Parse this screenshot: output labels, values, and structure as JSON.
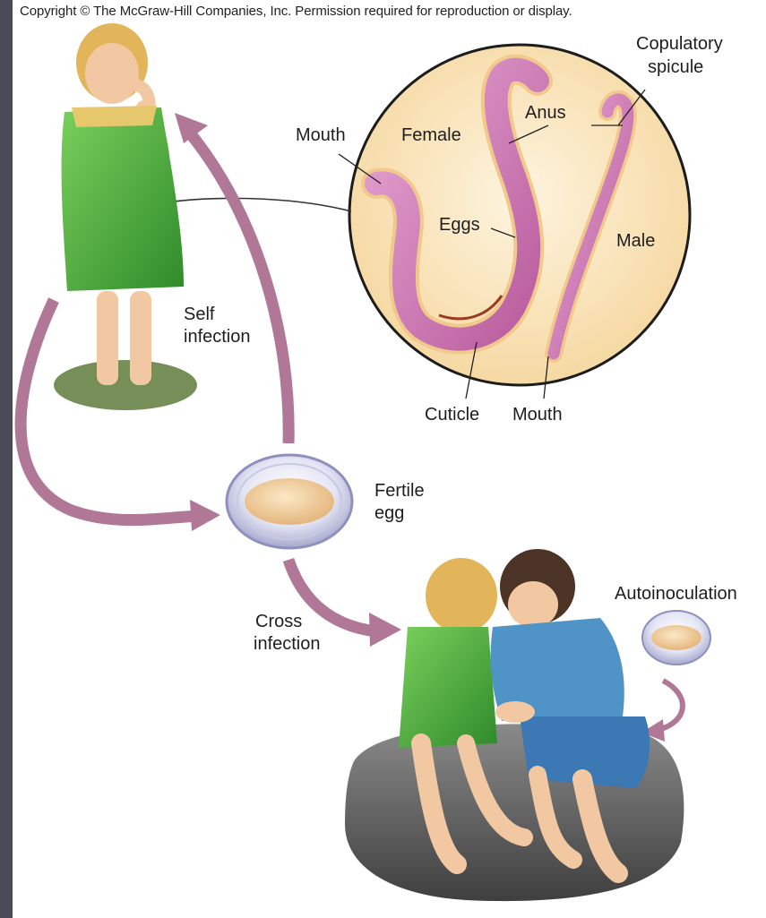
{
  "copyright": "Copyright © The McGraw-Hill Companies, Inc. Permission required for reproduction or display.",
  "labels": {
    "copulatory_spicule_1": "Copulatory",
    "copulatory_spicule_2": "spicule",
    "anus": "Anus",
    "mouth_top": "Mouth",
    "female": "Female",
    "eggs": "Eggs",
    "male": "Male",
    "cuticle": "Cuticle",
    "mouth_bottom": "Mouth",
    "self_infection_1": "Self",
    "self_infection_2": "infection",
    "fertile_egg_1": "Fertile",
    "fertile_egg_2": "egg",
    "cross_infection_1": "Cross",
    "cross_infection_2": "infection",
    "autoinoculation": "Autoinoculation"
  },
  "colors": {
    "arrow": "#b07896",
    "worm_body": "#d48bc0",
    "worm_edge": "#f3c98d",
    "circle_bg": "#fbe9c6",
    "egg_shell": "#dfe0f0",
    "egg_yolk": "#f3d3a3",
    "dress": "#4fb23f",
    "shirt": "#4f93c7",
    "rock": "#565656"
  }
}
